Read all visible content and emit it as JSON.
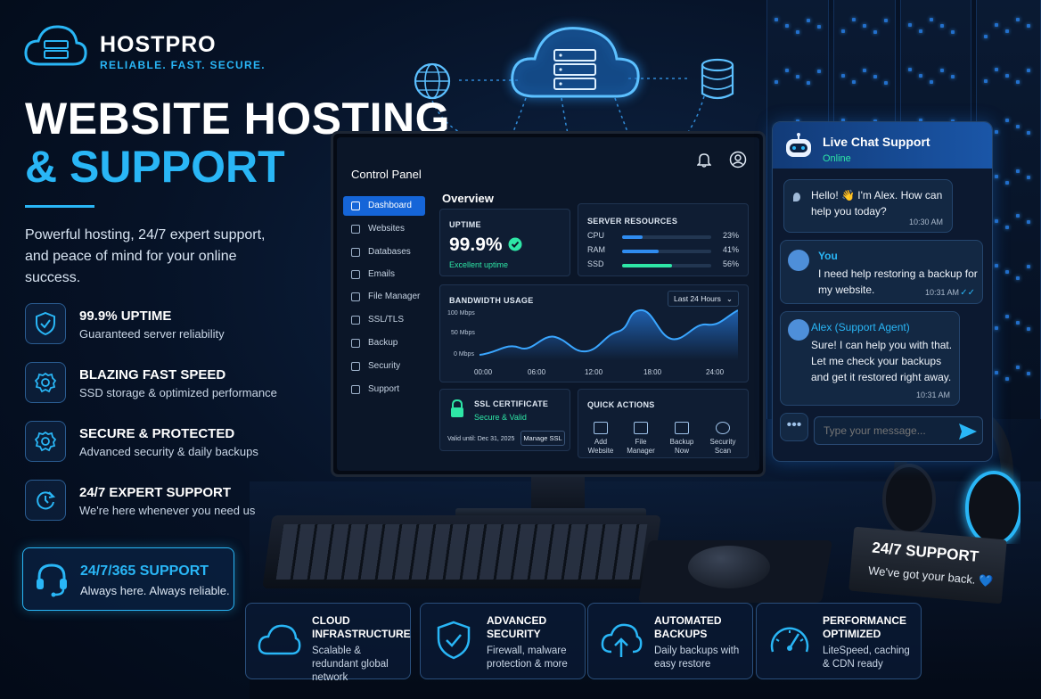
{
  "brand": {
    "name": "HOSTPRO",
    "tagline": "RELIABLE. FAST. SECURE."
  },
  "hero": {
    "line1": "WEBSITE HOSTING",
    "line2": "& SUPPORT",
    "description": "Powerful hosting, 24/7 expert support, and peace of mind for your online success."
  },
  "features": [
    {
      "title": "99.9% UPTIME",
      "desc": "Guaranteed server reliability",
      "icon": "shield-check-icon"
    },
    {
      "title": "BLAZING FAST SPEED",
      "desc": "SSD storage & optimized performance",
      "icon": "gear-icon"
    },
    {
      "title": "SECURE & PROTECTED",
      "desc": "Advanced security & daily backups",
      "icon": "gear-icon"
    },
    {
      "title": "24/7 EXPERT SUPPORT",
      "desc": "We're here whenever you need us",
      "icon": "refresh-clock-icon"
    }
  ],
  "support_card": {
    "title": "24/7/365 SUPPORT",
    "desc": "Always here. Always reliable."
  },
  "control_panel": {
    "title": "Control Panel",
    "sidebar": [
      "Dashboard",
      "Websites",
      "Databases",
      "Emails",
      "File Manager",
      "SSL/TLS",
      "Backup",
      "Security",
      "Support"
    ],
    "overview": "Overview",
    "uptime": {
      "label": "UPTIME",
      "value": "99.9%",
      "status": "Excellent uptime"
    },
    "server_resources": {
      "label": "SERVER RESOURCES",
      "items": [
        {
          "name": "CPU",
          "pct": "23%",
          "value": 0.23,
          "color": "#2f8cf0"
        },
        {
          "name": "RAM",
          "pct": "41%",
          "value": 0.41,
          "color": "#2f8cf0"
        },
        {
          "name": "SSD",
          "pct": "56%",
          "value": 0.56,
          "color": "#2ee6a6"
        }
      ]
    },
    "bandwidth": {
      "label": "BANDWIDTH USAGE",
      "range_select": "Last 24 Hours",
      "y_ticks": [
        "100 Mbps",
        "50 Mbps",
        "0 Mbps"
      ],
      "x_ticks": [
        "00:00",
        "06:00",
        "12:00",
        "18:00",
        "24:00"
      ]
    },
    "ssl": {
      "label": "SSL CERTIFICATE",
      "status": "Secure & Valid",
      "valid_until": "Valid until: Dec 31, 2025",
      "button": "Manage SSL"
    },
    "quick_actions": {
      "label": "QUICK ACTIONS",
      "items": [
        {
          "line1": "Add",
          "line2": "Website"
        },
        {
          "line1": "File",
          "line2": "Manager"
        },
        {
          "line1": "Backup",
          "line2": "Now"
        },
        {
          "line1": "Security",
          "line2": "Scan"
        }
      ]
    }
  },
  "chat": {
    "title": "Live Chat Support",
    "status": "Online",
    "messages": [
      {
        "sender": "",
        "text": "Hello! 👋 I'm Alex. How can help you today?",
        "time": "10:30 AM"
      },
      {
        "sender": "You",
        "text": "I need help restoring a backup for my website.",
        "time": "10:31 AM"
      },
      {
        "sender": "Alex (Support Agent)",
        "text": "Sure! I can help you with that. Let me check your backups and get it restored right away.",
        "time": "10:31 AM"
      }
    ],
    "input_placeholder": "Type your message..."
  },
  "bottom_features": [
    {
      "title": "CLOUD INFRASTRUCTURE",
      "desc": "Scalable & redundant global network",
      "icon": "cloud-icon"
    },
    {
      "title": "ADVANCED SECURITY",
      "desc": "Firewall, malware protection & more",
      "icon": "shield-check-icon"
    },
    {
      "title": "AUTOMATED BACKUPS",
      "desc": "Daily backups with easy restore",
      "icon": "cloud-upload-icon"
    },
    {
      "title": "PERFORMANCE OPTIMIZED",
      "desc": "LiteSpeed, caching & CDN ready",
      "icon": "speedometer-icon"
    }
  ],
  "sign": {
    "title": "24/7 SUPPORT",
    "desc": "We've got your back. 💙"
  },
  "colors": {
    "accent": "#29b6f6",
    "primary": "#1565d8",
    "success": "#2ee6a6"
  }
}
